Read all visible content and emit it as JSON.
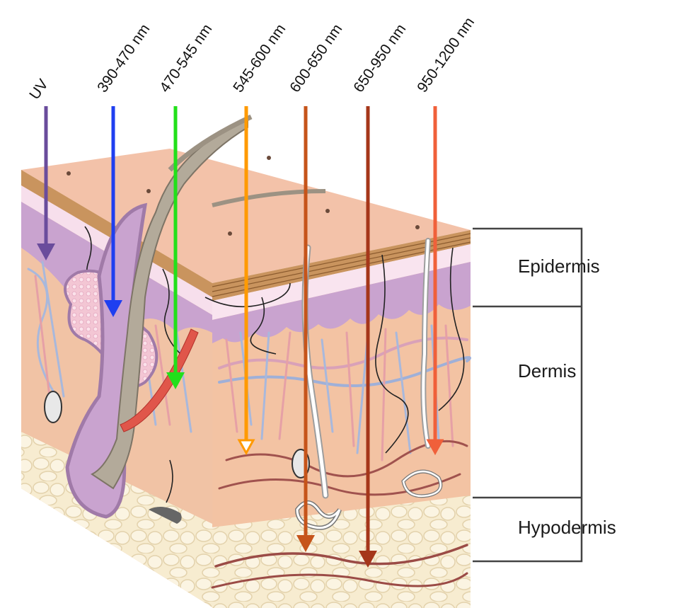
{
  "wavelength_bands": [
    {
      "label": "UV",
      "color": "#6a4c9c",
      "reaches": "Epidermis"
    },
    {
      "label": "390-470 nm",
      "color": "#1f3ff0",
      "reaches": "Dermis"
    },
    {
      "label": "470-545 nm",
      "color": "#22e01a",
      "reaches": "Dermis"
    },
    {
      "label": "545-600 nm",
      "color": "#ff9a00",
      "reaches": "Dermis"
    },
    {
      "label": "600-650 nm",
      "color": "#c6541a",
      "reaches": "Hypodermis"
    },
    {
      "label": "650-950 nm",
      "color": "#a5361a",
      "reaches": "Hypodermis"
    },
    {
      "label": "950-1200 nm",
      "color": "#f0603a",
      "reaches": "Dermis"
    }
  ],
  "layers": {
    "epidermis": "Epidermis",
    "dermis": "Dermis",
    "hypodermis": "Hypodermis"
  }
}
